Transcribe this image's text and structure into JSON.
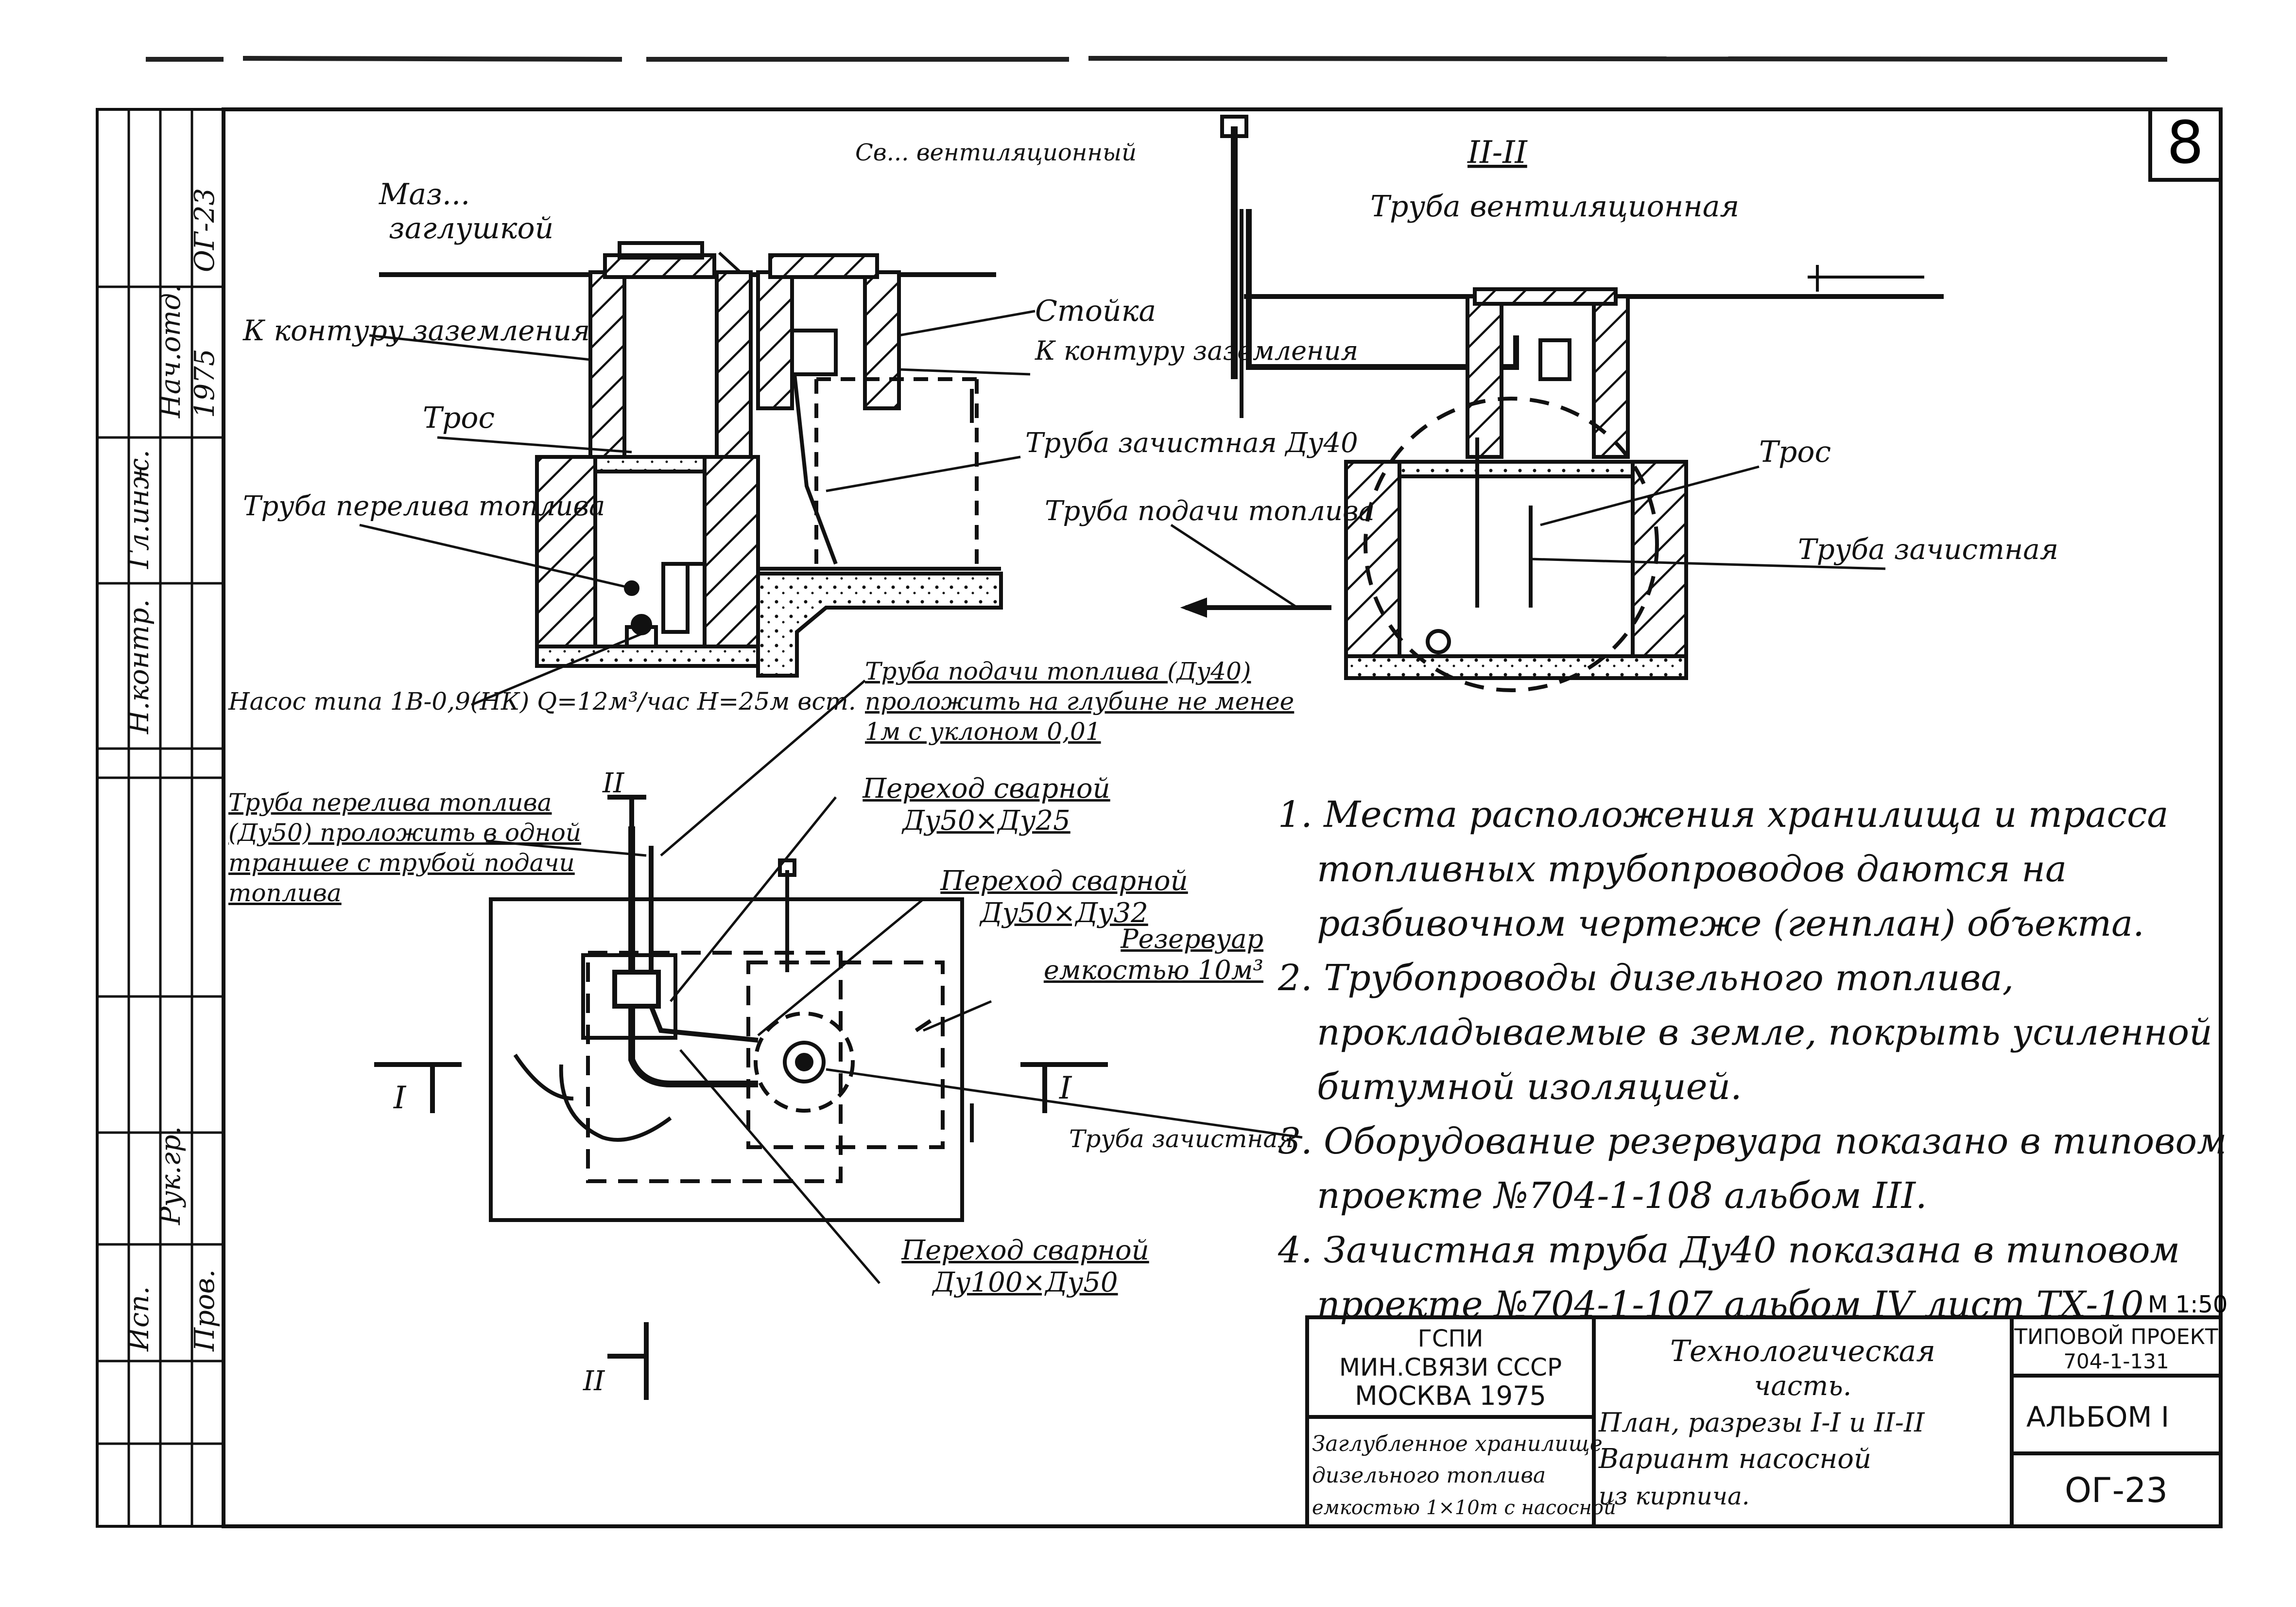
{
  "sheet_number": "8",
  "scale": "М 1:50",
  "section_2_title": "II-II",
  "section_2_caption": "Труба вентиляционная",
  "labels": {
    "hatch": "Маз...",
    "hatch2": "заглушкой",
    "vent_label": "Св... вентиляционный",
    "ground_contour_1": "К контуру заземления",
    "stand": "Стойка",
    "ground_contour_2": "К контуру заземления",
    "cable_1": "Трос",
    "overflow_pipe": "Труба перелива топлива",
    "stripping_pipe": "Труба зачистная Ду40",
    "pump": "Насос типа 1В-0,9(НК) Q=12м³/час Н=25м вст.",
    "supply_pipe_sec": "Труба подачи топлива",
    "cable_2": "Трос",
    "stripping_pipe_sec": "Труба зачистная",
    "supply_plan": "Труба подачи топлива (Ду40) проложить на глубине не менее 1м с уклоном 0,01",
    "reducer_1": "Переход сварной Ду50×Ду25",
    "overflow_plan": "Труба перелива топлива (Ду50) проложить в одной траншее с трубой подачи топлива",
    "reducer_2": "Переход сварной Ду50×Ду32",
    "tank": "Резервуар емкостью 10м³",
    "stripping_plan": "Труба зачистная",
    "reducer_3": "Переход сварной Ду100×Ду50",
    "cut_I_left": "I",
    "cut_I_right": "I",
    "cut_II_top": "II",
    "cut_II_bottom": "II"
  },
  "notes": [
    "1. Места расположения хранилища и трасса топливных трубопроводов даются на разбивочном чертеже (генплан) объекта.",
    "2. Трубопроводы дизельного топлива, прокладываемые в земле, покрыть усиленной битумной изоляцией.",
    "3. Оборудование резервуара показано в типовом проекте №704-1-108 альбом III.",
    "4. Зачистная труба Ду40 показана в типовом проекте №704-1-107 альбом IV лист ТХ-10"
  ],
  "title_block": {
    "org_line1": "ГСПИ",
    "org_line2": "МИН.СВЯЗИ СССР",
    "org_line3": "МОСКВА 1975",
    "object_line1": "Заглубленное хранилище",
    "object_line2": "дизельного топлива",
    "object_line3": "емкостью 1×10т с насосной",
    "part_line1": "Технологическая",
    "part_line2": "часть.",
    "part_line3": "План, разрезы I-I и II-II",
    "part_line4": "Вариант насосной",
    "part_line5": "из кирпича.",
    "project_header": "ТИПОВОЙ ПРОЕКТ",
    "project_number": "704-1-131",
    "album": "АЛЬБОМ I",
    "sheet_code": "ОГ-23"
  },
  "margin_stamp": {
    "r1": "ОГ-23",
    "r2": "Нач.отд.",
    "r3": "1975",
    "r4": "Гл.инж.",
    "r5": "Н.контр.",
    "r6": "Рук.гр.",
    "r7": "Исп.",
    "r8": "Пров."
  }
}
